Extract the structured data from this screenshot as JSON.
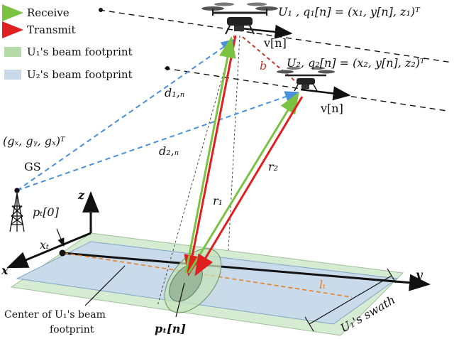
{
  "legend": {
    "receive": "Receive",
    "transmit": "Transmit",
    "u1_footprint": "U₁'s beam footprint",
    "u2_footprint": "U₂'s beam footprint"
  },
  "labels": {
    "u1_position": "U₁ , q₁[n] = (x₁, y[n], z₁)ᵀ",
    "u2_position": "U₂, q₂[n] = (x₂, y[n], z₂)ᵀ",
    "velocity_u1": "v[n]",
    "velocity_u2": "v[n]",
    "separation": "b",
    "d1n": "d₁,ₙ",
    "d2n": "d₂,ₙ",
    "gs_coords": "(gₓ, gᵧ, gₓ)ᵀ",
    "gs": "GS",
    "r1": "r₁",
    "r2": "r₂",
    "axis_z": "z",
    "axis_x": "x",
    "axis_y": "y",
    "pt0": "pₜ[0]",
    "xt": "xₜ",
    "lt": "lₜ",
    "swath": "U₁'s swath",
    "center_line1": "Center of U₁'s beam",
    "center_line2": "footprint",
    "ptn": "pₜ[n]"
  },
  "colors": {
    "receive": "#7cc242",
    "transmit": "#e02020",
    "link_dashed": "#4a90d9",
    "separation": "#c0392b",
    "u1_footprint": "#cfe8cf",
    "u2_footprint": "#c9dbea",
    "lt_line": "#e67e22"
  }
}
